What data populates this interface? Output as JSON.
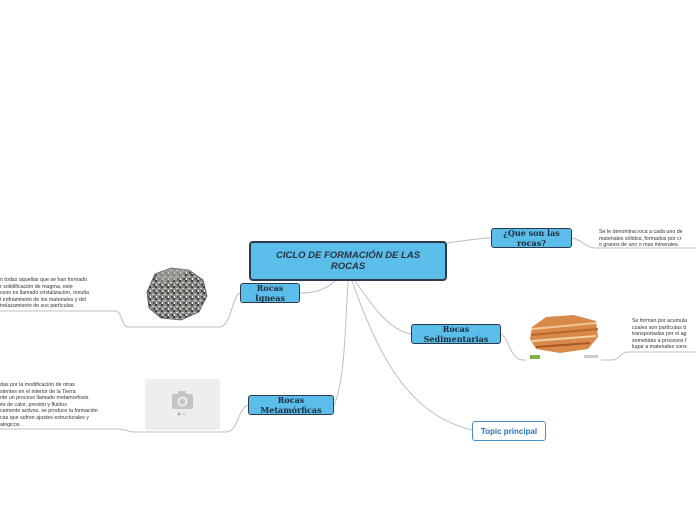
{
  "central": {
    "title": "CICLO DE FORMACIÓN DE LAS ROCAS"
  },
  "nodes": {
    "que_son": "¿Que son las rocas?",
    "igneas": "Rocas Ígneas",
    "sedimentarias": "Rocas Sedimentarias",
    "metamorficas": "Rocas Metamórficas",
    "topic_principal": "Topic principal"
  },
  "notes": {
    "que_son": "Se le denomina roca a cada uno de\nmateriales sólidos, formados por cr\no granos de uno o mas minerales.",
    "igneas": "n todas aquellas que se han formado\nr solidificación de magma, este\nceso es llamado cristalización, resulta\nl enfriamiento de los materiales y del\ntrelazamiento de sus partículas.",
    "sedimentarias": "Se forman por acumula\ncuales son partículas d\ntransportadas por el ag\nsometidas a procesos f\nlugar a materiales cons",
    "metamorficas": "das por la modificación de otras\nstentes en el interior de la Tierra\nnte un proceso llamado metamorfosis.\nés de calor, presión y fluidos\ncamente activos, se produce la formación\ncas que sufren ajustes estructurales y\nalogicos."
  },
  "images": {
    "igneous": "igneous-rock-image",
    "sedimentary": "sedimentary-rock-image",
    "placeholder": "camera-icon"
  },
  "colors": {
    "node_fill": "#5bbdea",
    "node_border": "#2b3a4a",
    "link": "#b8bfc7",
    "topic_border": "#4a90c8",
    "topic_text": "#2872b6"
  }
}
